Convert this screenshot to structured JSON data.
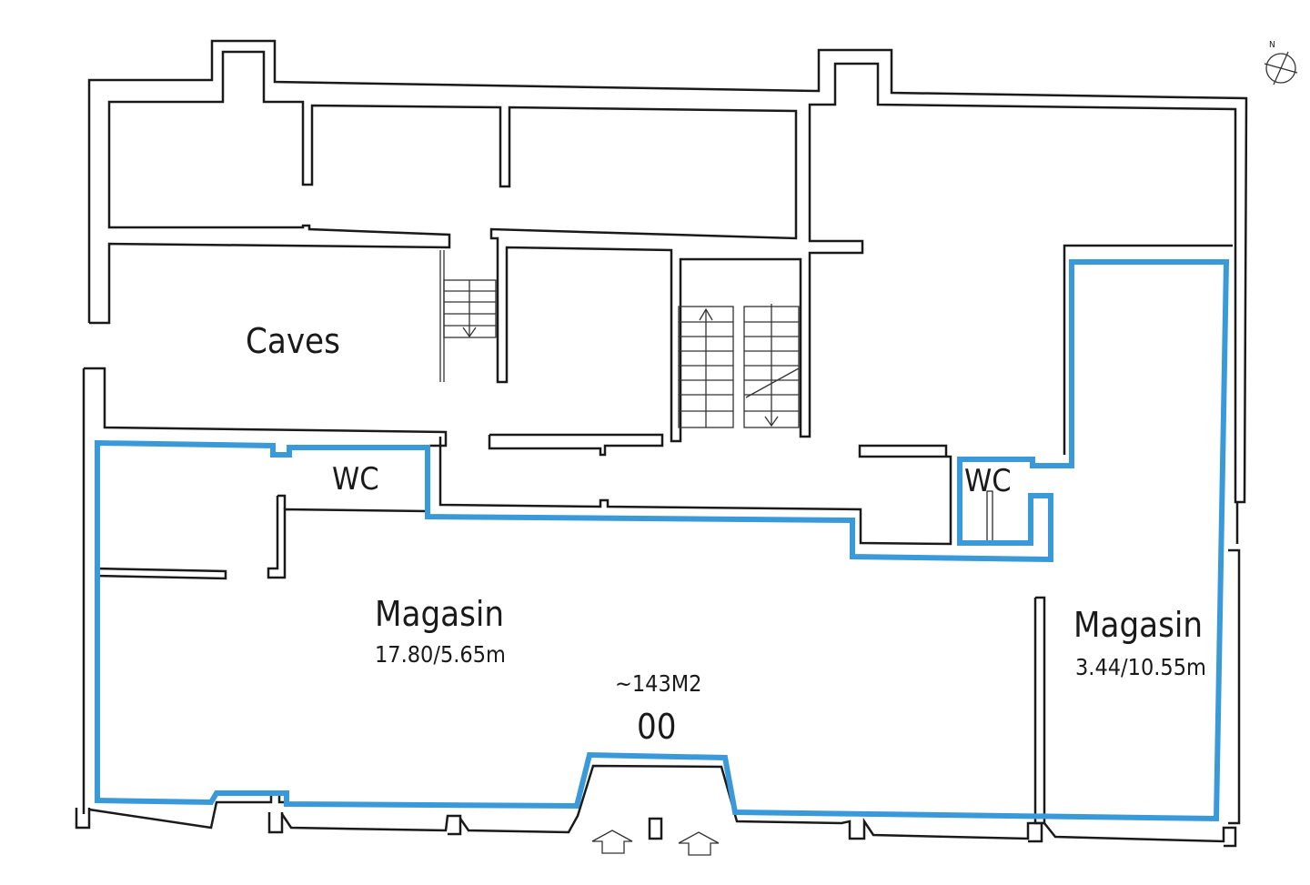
{
  "plan": {
    "floor_label": "00",
    "total_area": "~143M2",
    "highlight_color": "#3a9ad9",
    "compass_letter": "N",
    "rooms": [
      {
        "name": "Caves"
      },
      {
        "name": "WC"
      },
      {
        "name": "Magasin",
        "dimensions": "17.80/5.65m"
      },
      {
        "name": "WC"
      },
      {
        "name": "Magasin",
        "dimensions": "3.44/10.55m"
      }
    ]
  }
}
